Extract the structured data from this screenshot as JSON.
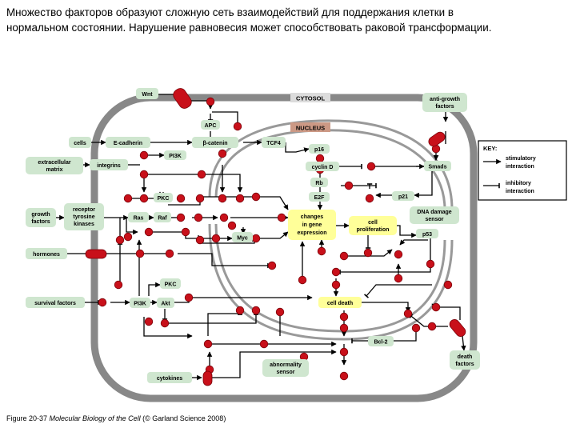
{
  "intro_text": "Множество факторов образуют сложную сеть взаимодействий для поддержания клетки в нормальном состоянии. Нарушение равновесия может способствовать раковой трансформации.",
  "caption": {
    "fig": "Figure 20-37",
    "book": "Molecular Biology of the Cell",
    "credit": "(© Garland Science 2008)"
  },
  "regions": {
    "cytosol": "CYTOSOL",
    "nucleus": "NUCLEUS"
  },
  "labels": {
    "wnt": "Wnt",
    "cells": "cells",
    "extracellular_matrix": [
      "extracellular",
      "matrix"
    ],
    "growth_factors": [
      "growth",
      "factors"
    ],
    "hormones": "hormones",
    "survival_factors": "survival factors",
    "cytokines": "cytokines",
    "anti_growth_factors": [
      "anti-growth",
      "factors"
    ],
    "death_factors": [
      "death",
      "factors"
    ],
    "apc": "APC",
    "e_cadherin": "E-cadherin",
    "beta_catenin": "β-catenin",
    "tcf4": "TCF4",
    "pi3k_top": "PI3K",
    "integrins": "integrins",
    "receptor_tyrosine_kinases": [
      "receptor",
      "tyrosine",
      "kinases"
    ],
    "pkc_top": "PKC",
    "ras": "Ras",
    "raf": "Raf",
    "myc": "Myc",
    "p16": "p16",
    "cyclin_d": "cyclin D",
    "rb": "Rb",
    "e2f": "E2F",
    "smads": "Smads",
    "p21": "p21",
    "dna_damage_sensor": [
      "DNA damage",
      "sensor"
    ],
    "changes_in_gene_expression": [
      "changes",
      "in gene",
      "expression"
    ],
    "cell_proliferation": [
      "cell",
      "proliferation"
    ],
    "p53": "p53",
    "pkc_low": "PKC",
    "pi3k_low": "PI3K",
    "akt": "Akt",
    "cell_death": "cell death",
    "bcl2": "Bcl-2",
    "abnormality_sensor": [
      "abnormality",
      "sensor"
    ]
  },
  "key": {
    "title": "KEY:",
    "stimulatory": [
      "stimulatory",
      "interaction"
    ],
    "inhibitory": [
      "inhibitory",
      "interaction"
    ]
  },
  "colors": {
    "box_green": "#cfe6cf",
    "box_yellow": "#ffff99",
    "node_red": "#c8101a",
    "membrane_grey": "#888888",
    "nucleus_tag": "#cc9985",
    "cytosol_tag": "#dcdcdc"
  }
}
